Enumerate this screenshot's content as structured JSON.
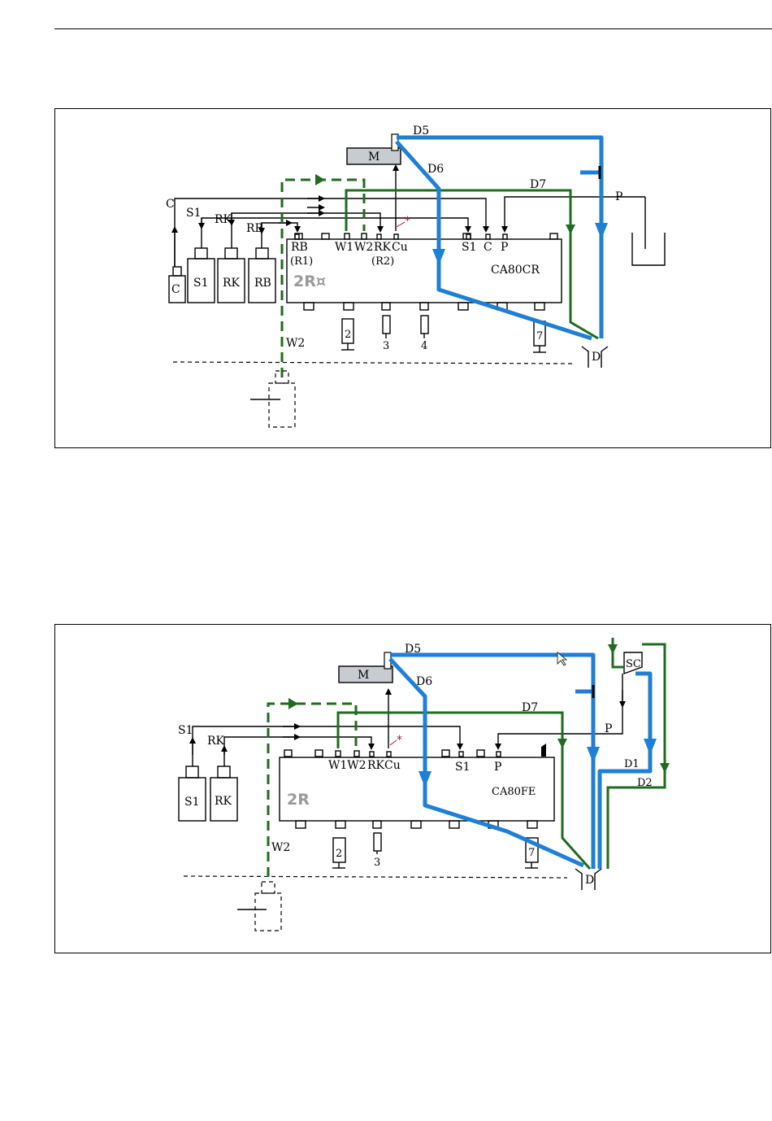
{
  "colors": {
    "drain_line": "#1e7fd6",
    "water_line": "#1f6b1f",
    "module_fill": "#c8ccd0",
    "logo": "#9a9a9a",
    "asterisk": "#8b1a4a"
  },
  "diagram1": {
    "module": "M",
    "logo": "2R¤",
    "model": "CA80CR",
    "drain": "D",
    "lines": {
      "d5": "D5",
      "d6": "D6",
      "d7": "D7",
      "p": "P",
      "c": "C",
      "s1": "S1",
      "rk": "RK",
      "rb": "RB",
      "w2": "W2"
    },
    "ports": [
      "RB",
      "W1",
      "W2",
      "RK",
      "Cu",
      "S1",
      "C",
      "P"
    ],
    "port_sub": [
      "(R1)",
      "(R2)"
    ],
    "bottles": [
      "C",
      "S1",
      "RK",
      "RB"
    ],
    "pumps": [
      "2",
      "3",
      "4",
      "7"
    ],
    "asterisk": "*"
  },
  "diagram2": {
    "module": "M",
    "logo": "2R",
    "model": "CA80FE",
    "drain": "D",
    "sc": "SC",
    "lines": {
      "d5": "D5",
      "d6": "D6",
      "d7": "D7",
      "p": "P",
      "s1": "S1",
      "rk": "RK",
      "w2": "W2",
      "d1": "D1",
      "d2": "D2"
    },
    "ports": [
      "W1W2",
      "RK",
      "Cu",
      "S1",
      "P"
    ],
    "bottles": [
      "S1",
      "RK"
    ],
    "pumps": [
      "2",
      "3",
      "7"
    ],
    "asterisk": "*"
  }
}
